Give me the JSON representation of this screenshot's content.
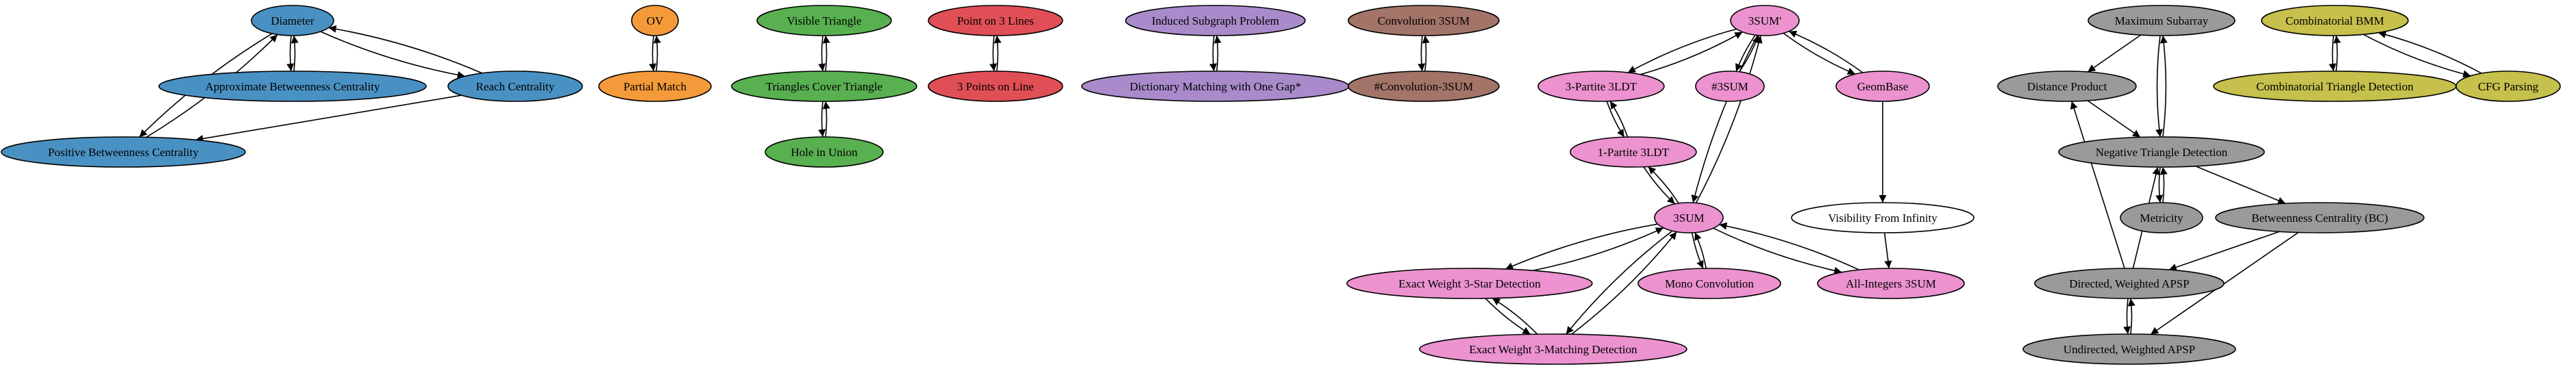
{
  "colors": {
    "blue": "#4a91c3",
    "orange": "#f59a3b",
    "green": "#58b050",
    "red": "#e14f56",
    "purple": "#a98bcb",
    "brown": "#a37468",
    "pink": "#eb92cf",
    "gray": "#9a9a9a",
    "olive": "#c6c04c",
    "white": "#ffffff"
  },
  "nodes": [
    {
      "id": "diameter",
      "label": "Diameter",
      "color": "blue"
    },
    {
      "id": "approx_bc",
      "label": "Approximate Betweenness Centrality",
      "color": "blue"
    },
    {
      "id": "reach",
      "label": "Reach Centrality",
      "color": "blue"
    },
    {
      "id": "pos_bc",
      "label": "Positive Betweenness Centrality",
      "color": "blue"
    },
    {
      "id": "ov",
      "label": "OV",
      "color": "orange"
    },
    {
      "id": "partial",
      "label": "Partial Match",
      "color": "orange"
    },
    {
      "id": "vis_tri",
      "label": "Visible Triangle",
      "color": "green"
    },
    {
      "id": "tri_cover",
      "label": "Triangles Cover Triangle",
      "color": "green"
    },
    {
      "id": "hole",
      "label": "Hole in Union",
      "color": "green"
    },
    {
      "id": "p3lines",
      "label": "Point on 3 Lines",
      "color": "red"
    },
    {
      "id": "p3line",
      "label": "3 Points on Line",
      "color": "red"
    },
    {
      "id": "induced",
      "label": "Induced Subgraph Problem",
      "color": "purple"
    },
    {
      "id": "dict",
      "label": "Dictionary Matching with One Gap*",
      "color": "purple"
    },
    {
      "id": "conv3sum",
      "label": "Convolution 3SUM",
      "color": "brown"
    },
    {
      "id": "sharpconv",
      "label": "#Convolution-3SUM",
      "color": "brown"
    },
    {
      "id": "3sump",
      "label": "3SUM'",
      "color": "pink"
    },
    {
      "id": "3partite",
      "label": "3-Partite 3LDT",
      "color": "pink"
    },
    {
      "id": "sharp3sum",
      "label": "#3SUM",
      "color": "pink"
    },
    {
      "id": "geombase",
      "label": "GeomBase",
      "color": "pink"
    },
    {
      "id": "1partite",
      "label": "1-Partite 3LDT",
      "color": "pink"
    },
    {
      "id": "visinf",
      "label": "Visibility From Infinity",
      "color": "white"
    },
    {
      "id": "3sum",
      "label": "3SUM",
      "color": "pink"
    },
    {
      "id": "ew3star",
      "label": "Exact Weight 3-Star Detection",
      "color": "pink"
    },
    {
      "id": "monoconv",
      "label": "Mono Convolution",
      "color": "pink"
    },
    {
      "id": "allint",
      "label": "All-Integers 3SUM",
      "color": "pink"
    },
    {
      "id": "ew3match",
      "label": "Exact Weight 3-Matching Detection",
      "color": "pink"
    },
    {
      "id": "maxsub",
      "label": "Maximum Subarray",
      "color": "gray"
    },
    {
      "id": "distprod",
      "label": "Distance Product",
      "color": "gray"
    },
    {
      "id": "negtri",
      "label": "Negative Triangle Detection",
      "color": "gray"
    },
    {
      "id": "metricity",
      "label": "Metricity",
      "color": "gray"
    },
    {
      "id": "bc",
      "label": "Betweenness Centrality (BC)",
      "color": "gray"
    },
    {
      "id": "dirapsp",
      "label": "Directed, Weighted APSP",
      "color": "gray"
    },
    {
      "id": "undirapsp",
      "label": "Undirected, Weighted APSP",
      "color": "gray"
    },
    {
      "id": "combbmm",
      "label": "Combinatorial BMM",
      "color": "olive"
    },
    {
      "id": "combtri",
      "label": "Combinatorial Triangle Detection",
      "color": "olive"
    },
    {
      "id": "cfg",
      "label": "CFG Parsing",
      "color": "olive"
    }
  ],
  "edges": [
    {
      "from": "diameter",
      "to": "approx_bc"
    },
    {
      "from": "approx_bc",
      "to": "diameter"
    },
    {
      "from": "diameter",
      "to": "reach"
    },
    {
      "from": "reach",
      "to": "diameter"
    },
    {
      "from": "diameter",
      "to": "pos_bc"
    },
    {
      "from": "pos_bc",
      "to": "diameter"
    },
    {
      "from": "reach",
      "to": "pos_bc"
    },
    {
      "from": "ov",
      "to": "partial"
    },
    {
      "from": "partial",
      "to": "ov"
    },
    {
      "from": "vis_tri",
      "to": "tri_cover"
    },
    {
      "from": "tri_cover",
      "to": "vis_tri"
    },
    {
      "from": "tri_cover",
      "to": "hole"
    },
    {
      "from": "hole",
      "to": "tri_cover"
    },
    {
      "from": "p3lines",
      "to": "p3line"
    },
    {
      "from": "p3line",
      "to": "p3lines"
    },
    {
      "from": "induced",
      "to": "dict"
    },
    {
      "from": "dict",
      "to": "induced"
    },
    {
      "from": "conv3sum",
      "to": "sharpconv"
    },
    {
      "from": "sharpconv",
      "to": "conv3sum"
    },
    {
      "from": "3sump",
      "to": "3partite"
    },
    {
      "from": "3partite",
      "to": "3sump"
    },
    {
      "from": "3sump",
      "to": "sharp3sum"
    },
    {
      "from": "sharp3sum",
      "to": "3sump"
    },
    {
      "from": "3sump",
      "to": "geombase"
    },
    {
      "from": "geombase",
      "to": "3sump"
    },
    {
      "from": "3sump",
      "to": "3sum"
    },
    {
      "from": "3sum",
      "to": "3sump"
    },
    {
      "from": "3partite",
      "to": "1partite"
    },
    {
      "from": "1partite",
      "to": "3partite"
    },
    {
      "from": "1partite",
      "to": "3sum"
    },
    {
      "from": "3sum",
      "to": "1partite"
    },
    {
      "from": "geombase",
      "to": "visinf"
    },
    {
      "from": "visinf",
      "to": "allint"
    },
    {
      "from": "3sum",
      "to": "ew3star"
    },
    {
      "from": "ew3star",
      "to": "3sum"
    },
    {
      "from": "3sum",
      "to": "monoconv"
    },
    {
      "from": "monoconv",
      "to": "3sum"
    },
    {
      "from": "3sum",
      "to": "allint"
    },
    {
      "from": "allint",
      "to": "3sum"
    },
    {
      "from": "3sum",
      "to": "ew3match"
    },
    {
      "from": "ew3match",
      "to": "3sum"
    },
    {
      "from": "ew3star",
      "to": "ew3match"
    },
    {
      "from": "ew3match",
      "to": "ew3star"
    },
    {
      "from": "maxsub",
      "to": "distprod"
    },
    {
      "from": "maxsub",
      "to": "negtri"
    },
    {
      "from": "negtri",
      "to": "maxsub"
    },
    {
      "from": "distprod",
      "to": "negtri"
    },
    {
      "from": "negtri",
      "to": "metricity"
    },
    {
      "from": "metricity",
      "to": "negtri"
    },
    {
      "from": "negtri",
      "to": "bc"
    },
    {
      "from": "bc",
      "to": "dirapsp"
    },
    {
      "from": "bc",
      "to": "undirapsp"
    },
    {
      "from": "dirapsp",
      "to": "negtri"
    },
    {
      "from": "dirapsp",
      "to": "distprod"
    },
    {
      "from": "dirapsp",
      "to": "undirapsp"
    },
    {
      "from": "undirapsp",
      "to": "dirapsp"
    },
    {
      "from": "combbmm",
      "to": "combtri"
    },
    {
      "from": "combtri",
      "to": "combbmm"
    },
    {
      "from": "combbmm",
      "to": "cfg"
    },
    {
      "from": "cfg",
      "to": "combbmm"
    }
  ]
}
